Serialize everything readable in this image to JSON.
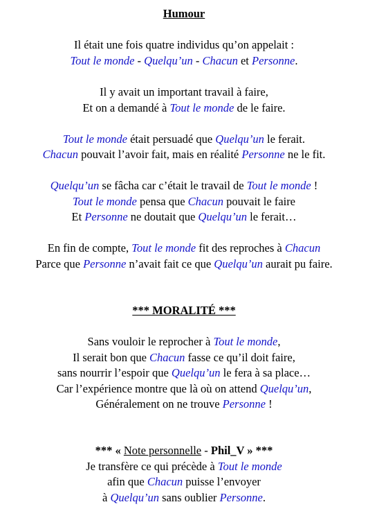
{
  "title": "Humour",
  "colors": {
    "name": "#1414c8",
    "text": "#000000"
  },
  "intro": {
    "l1": "Il était une fois quatre individus qu’on appelait :",
    "l2": {
      "n1": "Tout le monde",
      "s1": " - ",
      "n2": "Quelqu’un",
      "s2": " - ",
      "n3": "Chacun",
      "s3": " et ",
      "n4": "Personne",
      "s4": "."
    }
  },
  "p2": {
    "l1": "Il y avait un important travail à faire,",
    "l2": {
      "t1": "Et on a demandé à ",
      "n1": "Tout le monde",
      "t2": " de le faire."
    }
  },
  "p3": {
    "l1": {
      "n1": "Tout le monde",
      "t1": " était persuadé que ",
      "n2": "Quelqu’un",
      "t2": " le ferait."
    },
    "l2": {
      "n1": "Chacun",
      "t1": " pouvait l’avoir fait, mais en réalité ",
      "n2": "Personne",
      "t2": " ne le fit."
    }
  },
  "p4": {
    "l1": {
      "n1": "Quelqu’un",
      "t1": " se fâcha car c’était le travail de ",
      "n2": "Tout le monde",
      "t2": " !"
    },
    "l2": {
      "n1": "Tout le monde",
      "t1": " pensa que ",
      "n2": "Chacun",
      "t2": " pouvait le faire"
    },
    "l3": {
      "t0": "Et ",
      "n1": "Personne",
      "t1": " ne doutait que ",
      "n2": "Quelqu’un",
      "t2": " le ferait…"
    }
  },
  "p5": {
    "l1": {
      "t0": "En fin de compte, ",
      "n1": "Tout le monde",
      "t1": " fit des reproches à ",
      "n2": "Chacun"
    },
    "l2": {
      "t0": "Parce que ",
      "n1": "Personne",
      "t1": " n’avait fait ce que ",
      "n2": "Quelqu’un",
      "t2": " aurait pu faire."
    }
  },
  "moral": {
    "heading": "*** MORALITÉ ***",
    "l1": {
      "t0": "Sans vouloir le reprocher à ",
      "n1": "Tout le monde",
      "t1": ","
    },
    "l2": {
      "t0": "Il serait bon que ",
      "n1": "Chacun",
      "t1": " fasse ce qu’il doit faire,"
    },
    "l3": {
      "t0": "sans nourrir l’espoir que ",
      "n1": "Quelqu’un",
      "t1": " le fera à sa place…"
    },
    "l4": {
      "t0": "Car l’expérience montre que là où on attend ",
      "n1": "Quelqu’un",
      "t1": ","
    },
    "l5": {
      "t0": "Généralement on ne trouve ",
      "n1": "Personne",
      "t1": " !"
    }
  },
  "note": {
    "pre": "*** « ",
    "label": "Note personnelle",
    "sep": " - ",
    "author": "Phil_V",
    "post": " » ***",
    "l1": {
      "t0": "Je transfère ce qui précède à ",
      "n1": "Tout le monde"
    },
    "l2": {
      "t0": "afin que ",
      "n1": "Chacun",
      "t1": " puisse l’envoyer"
    },
    "l3": {
      "t0": "à ",
      "n1": "Quelqu’un",
      "t1": " sans oublier ",
      "n2": "Personne",
      "t2": "."
    }
  }
}
